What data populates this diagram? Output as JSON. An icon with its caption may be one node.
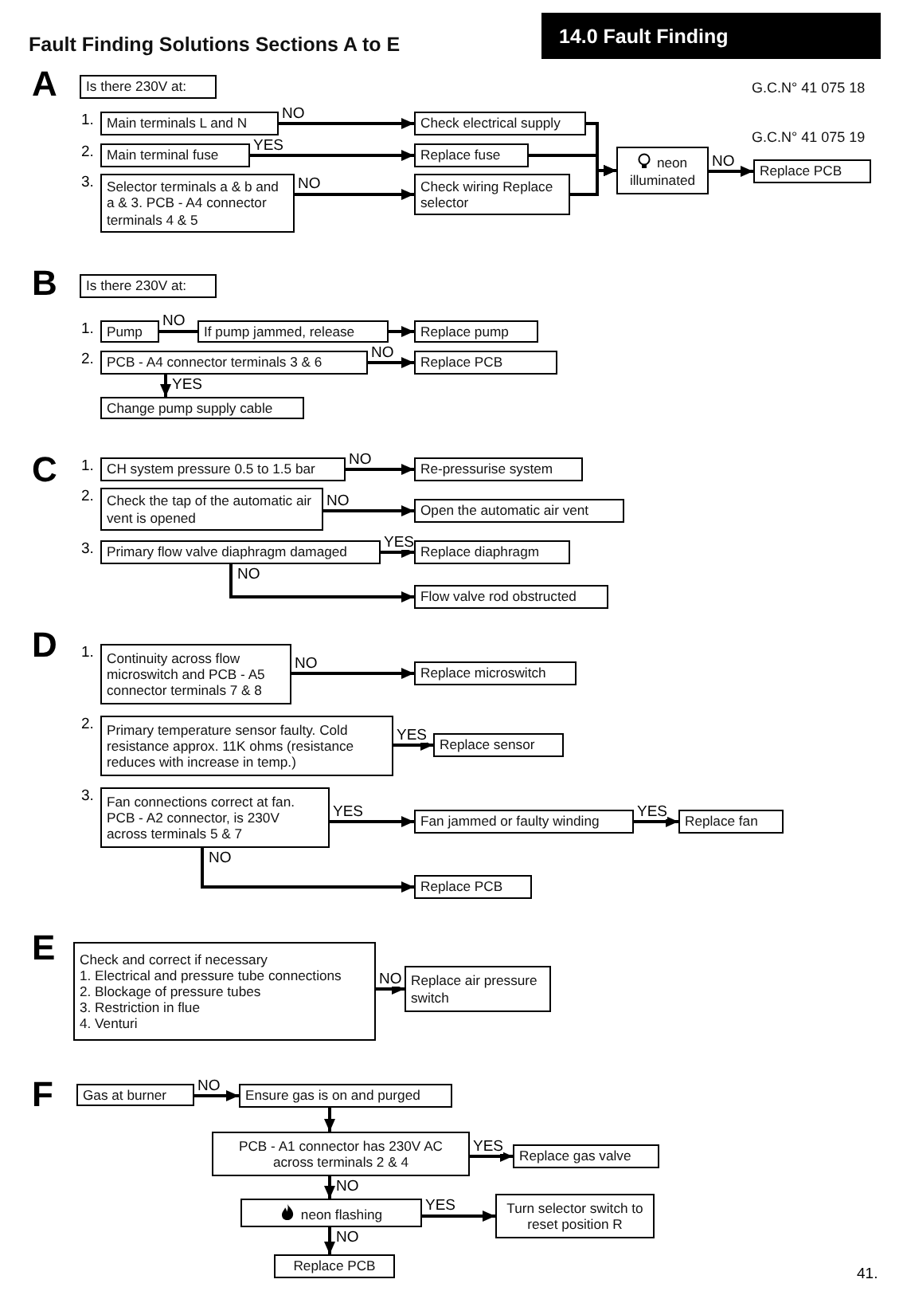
{
  "diagram": {
    "title": "Fault Finding Solutions Sections A to E",
    "nodes": [
      {
        "text": [
          "Is there 230V at:"
        ]
      },
      {
        "text": [
          "Main terminals L and N"
        ]
      },
      {
        "text": [
          "Main terminal fuse"
        ]
      },
      {
        "text": [
          "Selector terminals a & b and a & 3. PCB - A4 connector terminals 4 & 5"
        ]
      },
      {
        "text": [
          "Check electrical supply"
        ]
      },
      {
        "text": [
          "Replace fuse"
        ]
      },
      {
        "text": [
          "Check wiring Replace selector"
        ]
      },
      {
        "text": [
          "neon illuminated"
        ]
      },
      {
        "text": [
          "Replace PCB"
        ]
      },
      {
        "text": [
          "Is there 230V at:"
        ]
      },
      {
        "text": [
          "Pump"
        ]
      },
      {
        "text": [
          "If pump jammed, release"
        ]
      },
      {
        "text": [
          "Replace pump"
        ]
      },
      {
        "text": [
          "PCB - A4 connector terminals 3 & 6"
        ]
      },
      {
        "text": [
          "Replace PCB"
        ]
      },
      {
        "text": [
          "Change pump supply cable"
        ]
      },
      {
        "text": [
          "CH system pressure 0.5 to 1.5 bar"
        ]
      },
      {
        "text": [
          "Re-pressurise system"
        ]
      },
      {
        "text": [
          "Check the tap of the automatic air vent is opened"
        ]
      },
      {
        "text": [
          "Open the automatic air vent"
        ]
      },
      {
        "text": [
          "Primary flow valve diaphragm damaged"
        ]
      },
      {
        "text": [
          "Replace diaphragm"
        ]
      },
      {
        "text": [
          "Flow valve rod obstructed"
        ]
      },
      {
        "text": [
          "Continuity across flow microswitch and PCB - A5 connector terminals 7 & 8"
        ]
      },
      {
        "text": [
          "Replace microswitch"
        ]
      },
      {
        "text": [
          "Primary temperature sensor faulty. Cold resistance approx. 11K ohms (resistance reduces with increase in temp.)"
        ]
      },
      {
        "text": [
          "Replace sensor"
        ]
      },
      {
        "text": [
          "Fan connections correct at fan. PCB - A2 connector, is 230V across terminals 5 & 7"
        ]
      },
      {
        "text": [
          "Fan jammed or faulty winding"
        ]
      },
      {
        "text": [
          "Replace fan"
        ]
      },
      {
        "text": [
          "Replace PCB"
        ]
      },
      {
        "text": [
          "Check and correct if necessary",
          "1. Electrical and pressure tube connections",
          "2. Blockage of pressure tubes",
          "3. Restriction in flue",
          "4. Venturi"
        ]
      },
      {
        "text": [
          "Replace air pressure switch"
        ]
      },
      {
        "text": [
          "Gas at burner"
        ]
      },
      {
        "text": [
          "Ensure gas is on and purged"
        ]
      },
      {
        "text": [
          "PCB - A1 connector has 230V AC across terminals 2 & 4"
        ]
      },
      {
        "text": [
          "Replace gas valve"
        ]
      },
      {
        "text": [
          "neon flashing"
        ]
      },
      {
        "text": [
          "Turn selector switch to reset position R"
        ]
      },
      {
        "text": [
          "Replace PCB"
        ]
      }
    ],
    "edges": [
      {
        "from": 1,
        "to": 4,
        "arrow": "to",
        "label": "NO"
      },
      {
        "from": 2,
        "to": 5,
        "arrow": "to",
        "label": "YES"
      },
      {
        "from": 3,
        "to": 6,
        "arrow": "to",
        "label": "NO"
      },
      {
        "from": 4,
        "to": 7,
        "arrow": "to"
      },
      {
        "from": 5,
        "to": 7,
        "arrow": "to"
      },
      {
        "from": 6,
        "to": 7,
        "arrow": "to"
      },
      {
        "from": 7,
        "to": 8,
        "arrow": "to",
        "label": "NO"
      },
      {
        "from": 10,
        "to": 11,
        "arrow": "none",
        "label": "NO"
      },
      {
        "from": 11,
        "to": 12,
        "arrow": "to"
      },
      {
        "from": 13,
        "to": 14,
        "arrow": "to",
        "label": "NO"
      },
      {
        "from": 13,
        "to": 15,
        "arrow": "to",
        "label": "YES"
      },
      {
        "from": 16,
        "to": 17,
        "arrow": "to",
        "label": "NO"
      },
      {
        "from": 18,
        "to": 19,
        "arrow": "to",
        "label": "NO"
      },
      {
        "from": 20,
        "to": 21,
        "arrow": "to",
        "label": "YES"
      },
      {
        "from": 20,
        "to": 22,
        "arrow": "to",
        "label": "NO"
      },
      {
        "from": 23,
        "to": 24,
        "arrow": "to",
        "label": "NO"
      },
      {
        "from": 25,
        "to": 26,
        "arrow": "to",
        "label": "YES"
      },
      {
        "from": 27,
        "to": 28,
        "arrow": "to",
        "label": "YES"
      },
      {
        "from": 28,
        "to": 29,
        "arrow": "to",
        "label": "YES"
      },
      {
        "from": 27,
        "to": 30,
        "arrow": "to",
        "label": "NO"
      },
      {
        "from": 31,
        "to": 32,
        "arrow": "to",
        "label": "NO"
      },
      {
        "from": 33,
        "to": 34,
        "arrow": "to",
        "label": "NO"
      },
      {
        "from": 34,
        "to": 35,
        "arrow": "to"
      },
      {
        "from": 35,
        "to": 36,
        "arrow": "to",
        "label": "YES"
      },
      {
        "from": 35,
        "to": 37,
        "arrow": "to",
        "label": "NO"
      },
      {
        "from": 37,
        "to": 38,
        "arrow": "to",
        "label": "YES"
      },
      {
        "from": 37,
        "to": 39,
        "arrow": "to",
        "label": "NO"
      }
    ],
    "labels": [
      "14.0 Fault Finding",
      "G.C.N° 41 075 18",
      "G.C.N° 41 075 19",
      "A",
      "1.",
      "2.",
      "3.",
      "B",
      "1.",
      "2.",
      "C",
      "1.",
      "2.",
      "3.",
      "D",
      "1.",
      "2.",
      "3.",
      "E",
      "F",
      "41."
    ]
  }
}
